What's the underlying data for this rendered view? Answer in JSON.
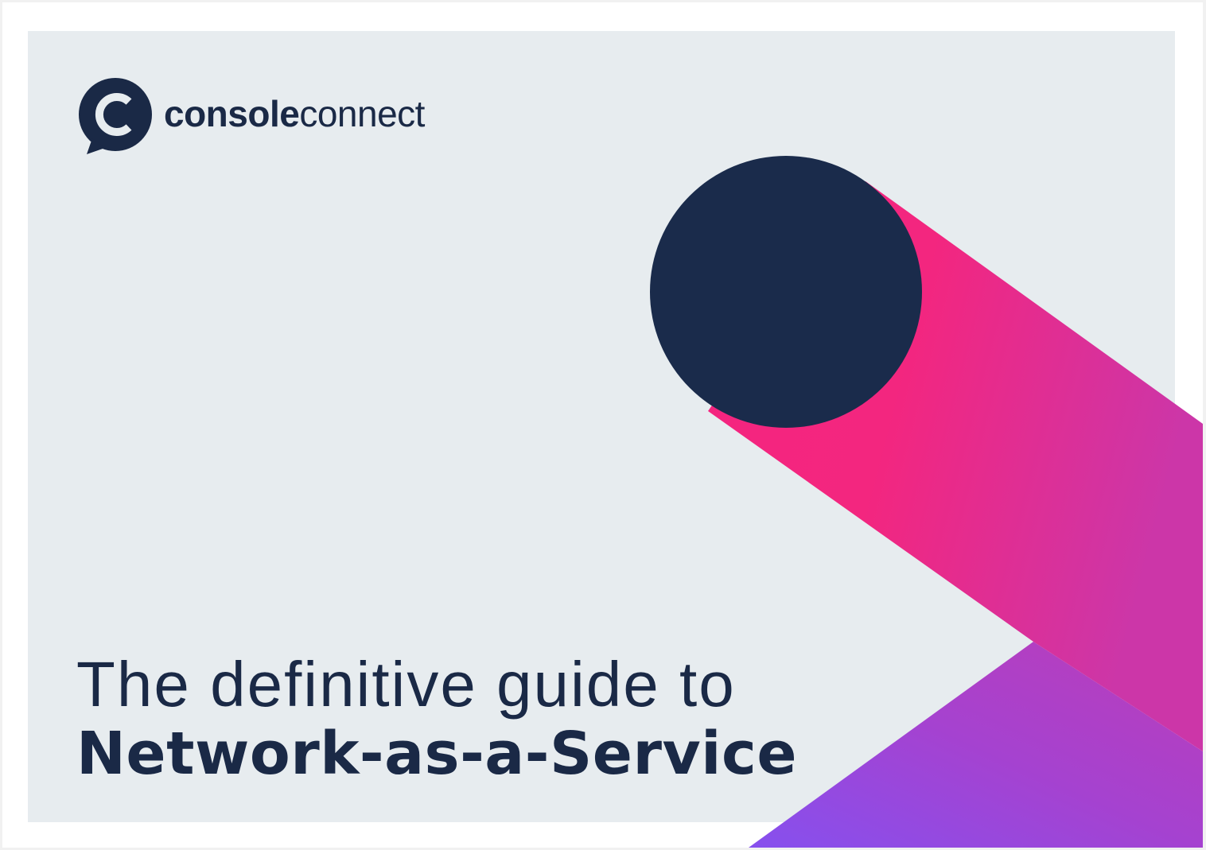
{
  "document": {
    "type": "cover-page",
    "brand": {
      "name_bold": "console",
      "name_light": "connect",
      "logo_icon": "speech-bubble-c-icon"
    },
    "title": {
      "line1": "The definitive guide to",
      "line2": "Network-as-a-Service"
    },
    "colors": {
      "navy": "#1a2b4b",
      "pink": "#f5247f",
      "magenta": "#d632a0",
      "purple": "#8b50ec",
      "violet": "#b33fc0",
      "panel_bg": "#e7ecef",
      "frame_bg": "#ffffff"
    }
  }
}
